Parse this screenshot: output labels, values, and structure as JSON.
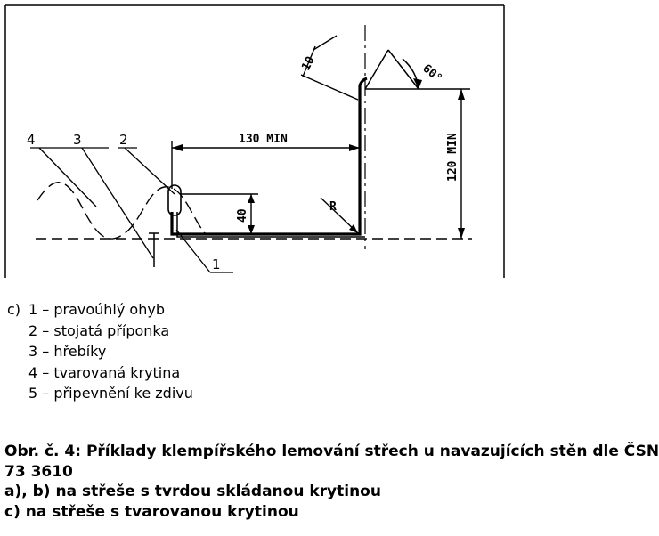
{
  "drawing": {
    "callouts": [
      "4",
      "3",
      "2",
      "1"
    ],
    "dimensions": {
      "thickness": "10",
      "angle": "60°",
      "length": "130 MIN",
      "height": "120 MIN",
      "stand": "40",
      "radius": "R"
    }
  },
  "legend": {
    "prefix": "c)",
    "items": [
      "1 – pravoúhlý ohyb",
      "2 – stojatá příponka",
      "3 – hřebíky",
      "4 – tvarovaná krytina",
      "5 – připevnění ke zdivu"
    ]
  },
  "caption": {
    "line1": "Obr. č. 4: Příklady klempířského lemování střech u navazujících stěn dle ČSN",
    "line2": "73 3610",
    "line3": "a), b) na střeše s tvrdou skládanou krytinou",
    "line4": "c) na střeše s tvarovanou krytinou"
  }
}
